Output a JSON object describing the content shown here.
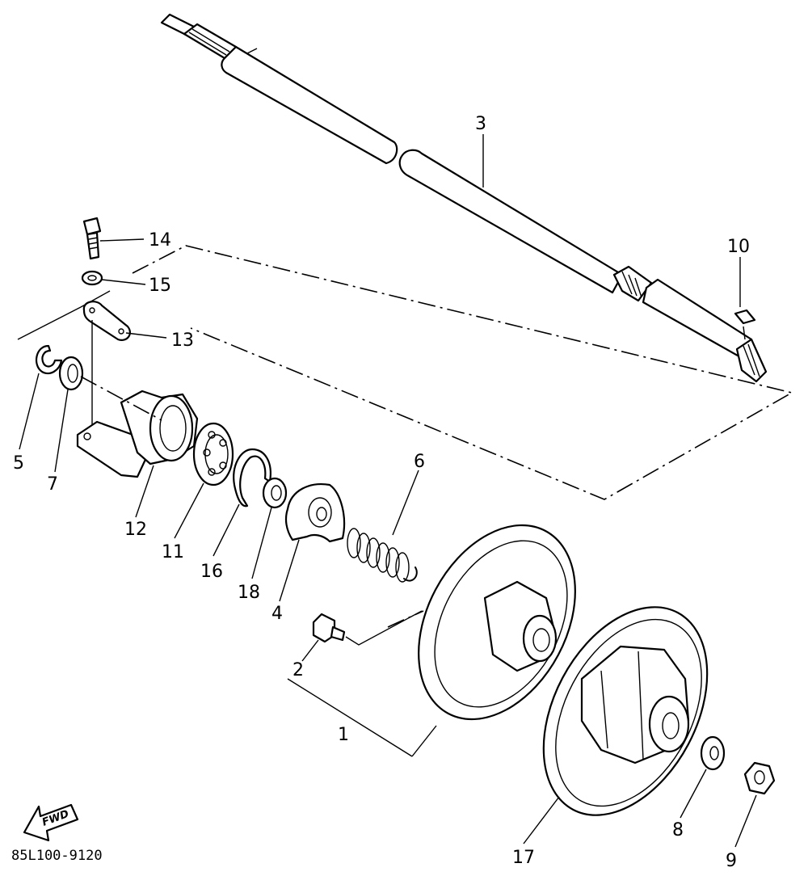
{
  "diagram": {
    "drawing_code": "85L100-9120",
    "fwd_label": "FWD",
    "callouts": {
      "c1": "1",
      "c2": "2",
      "c3": "3",
      "c4": "4",
      "c5": "5",
      "c6": "6",
      "c7": "7",
      "c8": "8",
      "c9": "9",
      "c10": "10",
      "c11": "11",
      "c12": "12",
      "c13": "13",
      "c14": "14",
      "c15": "15",
      "c16": "16",
      "c17": "17",
      "c18": "18"
    }
  }
}
